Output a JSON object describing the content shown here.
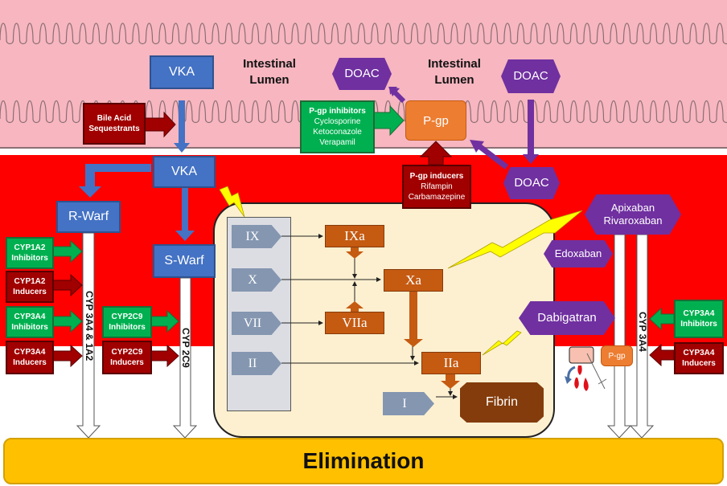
{
  "regions": {
    "lumen_label_left": [
      "Intestinal",
      "Lumen"
    ],
    "lumen_label_right": [
      "Intestinal",
      "Lumen"
    ],
    "elimination": "Elimination"
  },
  "vka": {
    "lumen_box": "VKA",
    "blood_box": "VKA",
    "r_warf": "R-Warf",
    "s_warf": "S-Warf",
    "bile_acid": [
      "Bile Acid",
      "Sequestrants"
    ],
    "r_warf_pathway": "CYP 3A4 & 1A2",
    "s_warf_pathway": "CYP 2C9",
    "modifiers_left": [
      {
        "label": [
          "CYP1A2",
          "Inhibitors"
        ],
        "type": "inhibitor"
      },
      {
        "label": [
          "CYP1A2",
          "Inducers"
        ],
        "type": "inducer"
      },
      {
        "label": [
          "CYP3A4",
          "Inhibitors"
        ],
        "type": "inhibitor"
      },
      {
        "label": [
          "CYP3A4",
          "Inducers"
        ],
        "type": "inducer"
      }
    ],
    "modifiers_s": [
      {
        "label": [
          "CYP2C9",
          "Inhibitors"
        ],
        "type": "inhibitor"
      },
      {
        "label": [
          "CYP2C9",
          "Inducers"
        ],
        "type": "inducer"
      }
    ]
  },
  "doac": {
    "lumen_left": "DOAC",
    "lumen_right": "DOAC",
    "blood": "DOAC",
    "pgp_lumen": "P-gp",
    "pgp_blood": "P-gp",
    "pgp_inhibitors": {
      "title": "P-gp inhibitors",
      "items": [
        "Cyclosporine",
        "Ketoconazole",
        "Verapamil"
      ]
    },
    "pgp_inducers": {
      "title": "P-gp inducers",
      "items": [
        "Rifampin",
        "Carbamazepine"
      ]
    },
    "apixaban_rivaroxaban": [
      "Apixaban",
      "Rivaroxaban"
    ],
    "edoxaban": "Edoxaban",
    "dabigatran": "Dabigatran",
    "pathway": "CYP 3A4",
    "modifiers_right": [
      {
        "label": [
          "CYP3A4",
          "Inhibitors"
        ],
        "type": "inhibitor"
      },
      {
        "label": [
          "CYP3A4",
          "Inducers"
        ],
        "type": "inducer"
      }
    ]
  },
  "cascade": {
    "factors": [
      "IX",
      "X",
      "VII",
      "II"
    ],
    "activated": {
      "IXa": "IXa",
      "Xa": "Xa",
      "VIIa": "VIIa",
      "IIa": "IIa"
    },
    "fibrinogen": "I",
    "fibrin": "Fibrin"
  },
  "colors": {
    "lumen": "#f7b6c0",
    "blood": "#ff0000",
    "vka": "#4472c4",
    "doac": "#7030a0",
    "inhibitor": "#00b050",
    "inducer": "#a00000",
    "pgp": "#ed7d31",
    "activated_factor": "#c55a11",
    "elimination": "#ffc000"
  }
}
